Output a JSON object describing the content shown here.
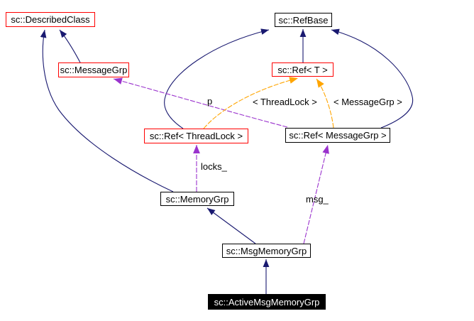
{
  "diagram": {
    "kind": "class-collaboration-graph",
    "colors": {
      "inheritance": "#191970",
      "usage": "#9A32CD",
      "template_instance": "#FFA500",
      "undocumented_border": "#FF0000",
      "documented_border": "#000000",
      "node_fill": "#FFFFFF",
      "current_node_fill": "#000000",
      "current_node_text": "#FFFFFF",
      "background": "#FFFFFF"
    },
    "nodes": {
      "described_class": {
        "label": "sc::DescribedClass"
      },
      "message_grp": {
        "label": "sc::MessageGrp"
      },
      "ref_base": {
        "label": "sc::RefBase"
      },
      "ref_t": {
        "label": "sc::Ref< T >"
      },
      "ref_thread_lock": {
        "label": "sc::Ref< ThreadLock >"
      },
      "ref_message_grp": {
        "label": "sc::Ref< MessageGrp >"
      },
      "memory_grp": {
        "label": "sc::MemoryGrp"
      },
      "msg_memory_grp": {
        "label": "sc::MsgMemoryGrp"
      },
      "active_msg_memory_grp": {
        "label": "sc::ActiveMsgMemoryGrp"
      }
    },
    "edge_labels": {
      "p": "p",
      "template_thread_lock": "< ThreadLock >",
      "template_message_grp": "< MessageGrp >",
      "locks": "locks_",
      "msg": "msg_"
    }
  }
}
